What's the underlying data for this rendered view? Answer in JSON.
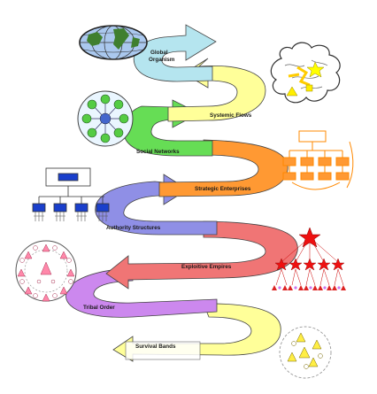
{
  "diagram": {
    "stages": [
      {
        "id": "global-organism",
        "label_line1": "Global",
        "label_line2": "Organism",
        "color": "#b5e5ef"
      },
      {
        "id": "systemic-flows",
        "label": "Systemic Flows",
        "color": "#ffff99"
      },
      {
        "id": "social-networks",
        "label": "Social Networks",
        "color": "#66dd55"
      },
      {
        "id": "strategic-enterprises",
        "label": "Strategic Enterprises",
        "color": "#ff9933"
      },
      {
        "id": "authority-structures",
        "label": "Authority Structures",
        "color": "#8f8fe6"
      },
      {
        "id": "exploitive-empires",
        "label": "Exploitive Empires",
        "color": "#f07575"
      },
      {
        "id": "tribal-order",
        "label": "Tribal Order",
        "color": "#cc88ee"
      },
      {
        "id": "survival-bands",
        "label": "Survival Bands",
        "color": "#ffff99"
      }
    ]
  }
}
